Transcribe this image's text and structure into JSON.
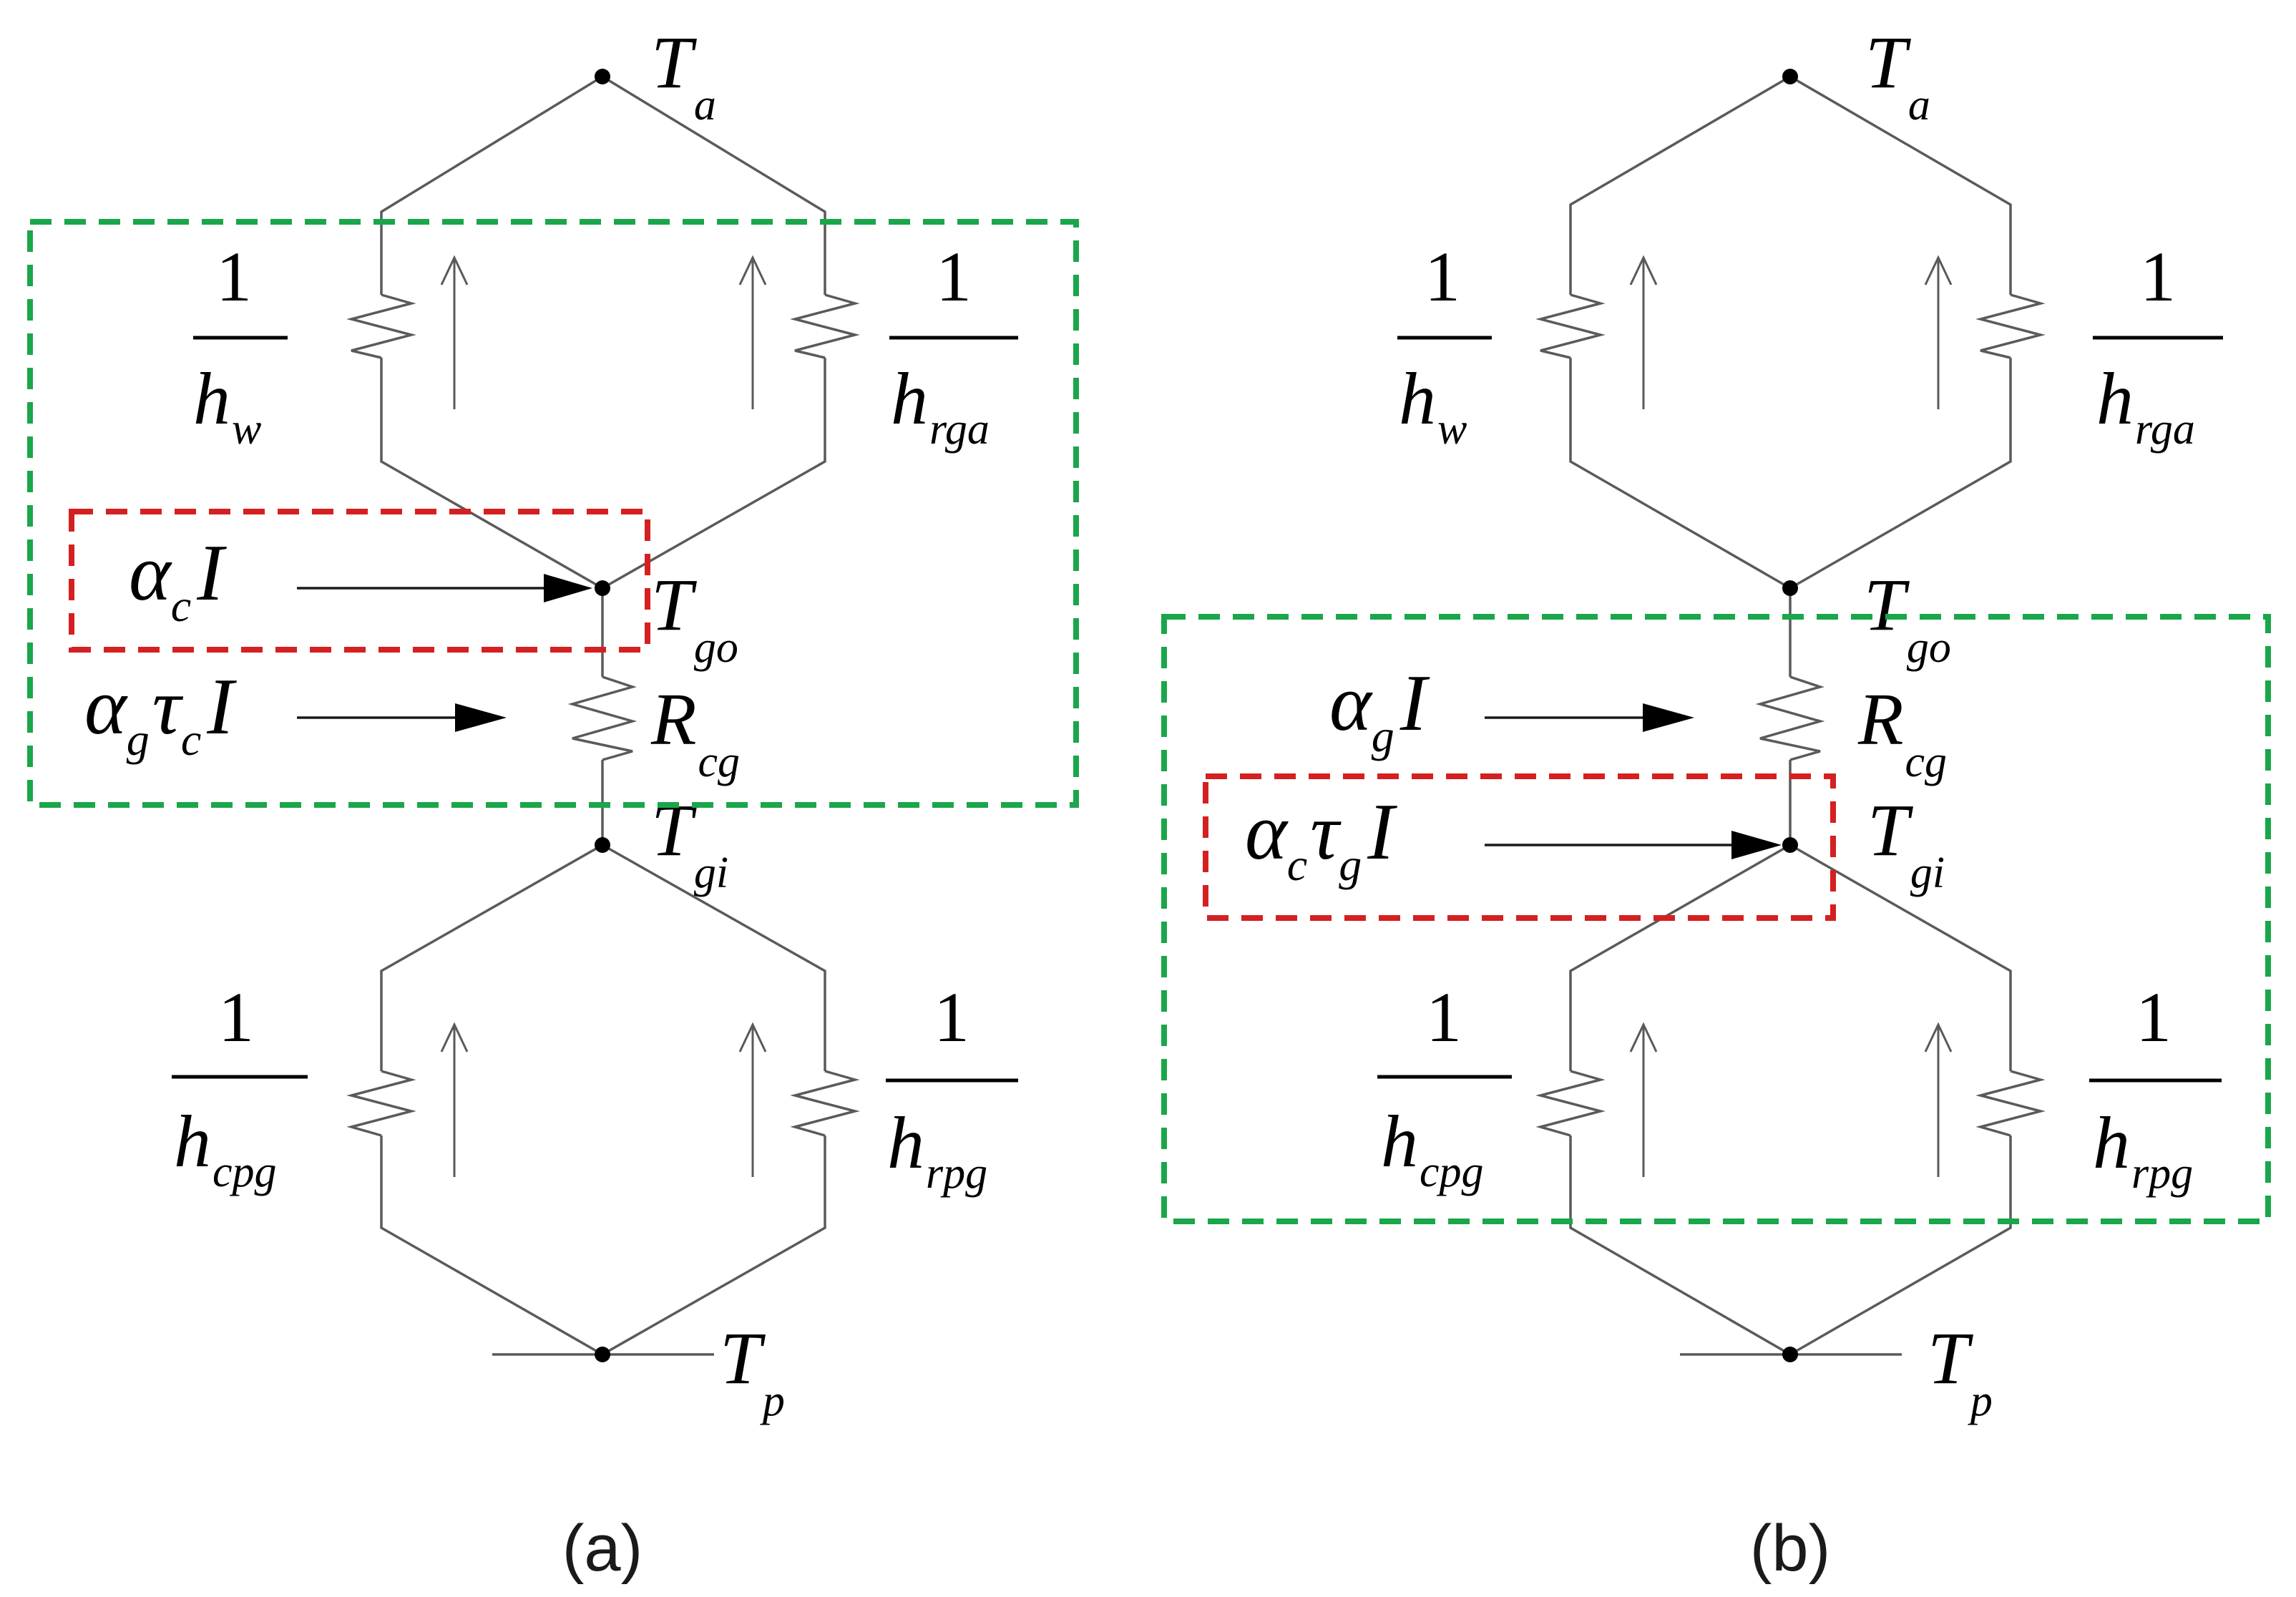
{
  "panels": [
    {
      "caption": "(a)",
      "node_top": {
        "sym": "T",
        "sub": "a"
      },
      "node_go": {
        "sym": "T",
        "sub": "go"
      },
      "node_gi": {
        "sym": "T",
        "sub": "gi"
      },
      "node_bottom": {
        "sym": "T",
        "sub": "p"
      },
      "res_wind": {
        "num": "1",
        "sym": "h",
        "sub": "w"
      },
      "res_rga": {
        "num": "1",
        "sym": "h",
        "sub": "rga"
      },
      "res_cg": {
        "sym": "R",
        "sub": "cg"
      },
      "res_cpg": {
        "num": "1",
        "sym": "h",
        "sub": "cpg"
      },
      "res_rpg": {
        "num": "1",
        "sym": "h",
        "sub": "rpg"
      },
      "source_upper": {
        "parts": [
          "α",
          "c",
          "I"
        ]
      },
      "source_lower": {
        "parts": [
          "α",
          "g",
          "τ",
          "c",
          "I"
        ]
      }
    },
    {
      "caption": "(b)",
      "node_top": {
        "sym": "T",
        "sub": "a"
      },
      "node_go": {
        "sym": "T",
        "sub": "go"
      },
      "node_gi": {
        "sym": "T",
        "sub": "gi"
      },
      "node_bottom": {
        "sym": "T",
        "sub": "p"
      },
      "res_wind": {
        "num": "1",
        "sym": "h",
        "sub": "w"
      },
      "res_rga": {
        "num": "1",
        "sym": "h",
        "sub": "rga"
      },
      "res_cg": {
        "sym": "R",
        "sub": "cg"
      },
      "res_cpg": {
        "num": "1",
        "sym": "h",
        "sub": "cpg"
      },
      "res_rpg": {
        "num": "1",
        "sym": "h",
        "sub": "rpg"
      },
      "source_upper": {
        "parts": [
          "α",
          "g",
          "I"
        ]
      },
      "source_lower": {
        "parts": [
          "α",
          "c",
          "τ",
          "g",
          "I"
        ]
      }
    }
  ],
  "colors": {
    "green_box": "#1aa64a",
    "red_box": "#d42020",
    "wire": "#5a5a5a"
  }
}
